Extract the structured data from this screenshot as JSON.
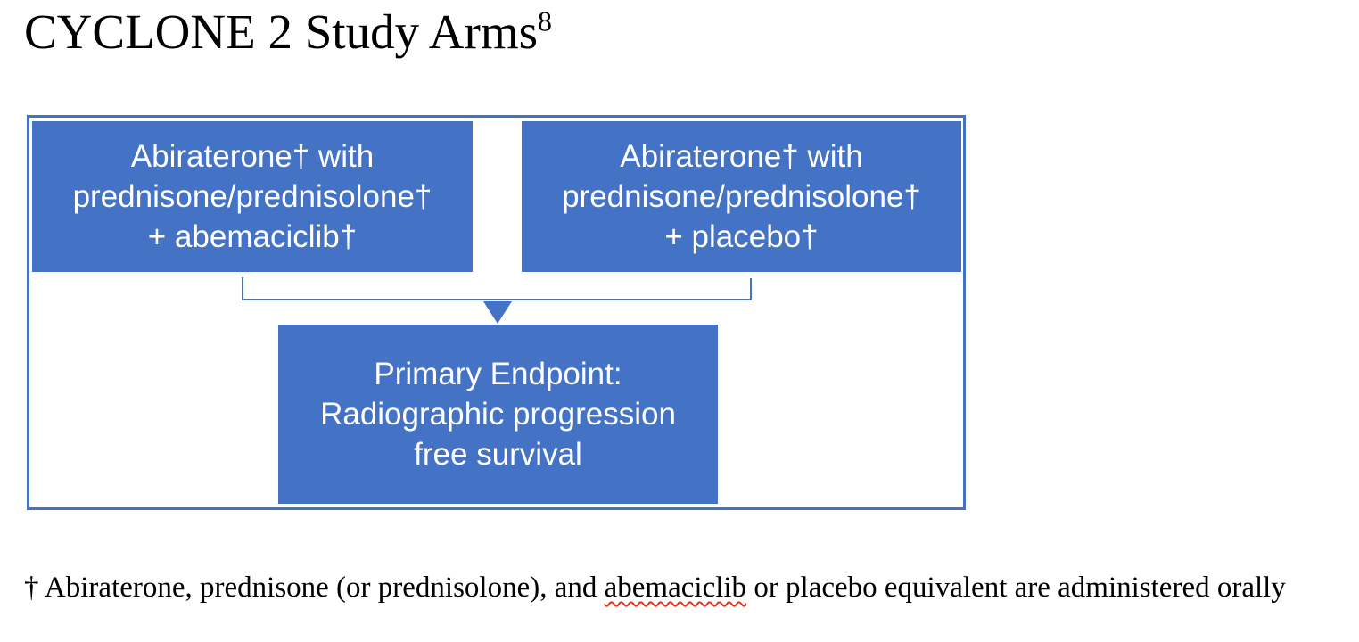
{
  "page": {
    "title": "CYCLONE 2 Study Arms",
    "title_superscript": "8"
  },
  "diagram": {
    "arm_left": {
      "lines": [
        "Abiraterone† with",
        "prednisone/prednisolone†",
        "+ abemaciclib†"
      ]
    },
    "arm_right": {
      "lines": [
        "Abiraterone† with",
        "prednisone/prednisolone†",
        "+ placebo†"
      ]
    },
    "endpoint": {
      "lines": [
        "Primary Endpoint:",
        "Radiographic progression",
        "free survival"
      ]
    },
    "colors": {
      "box_fill": "#4472C4",
      "box_text": "#FFFFFF",
      "frame_border": "#4472C4",
      "connector": "#4472C4"
    }
  },
  "footnote": {
    "prefix": "† Abiraterone, prednisone (or prednisolone), and ",
    "misspelled_word": "abemaciclib",
    "suffix": " or placebo equivalent are administered orally",
    "squiggle_color": "#E3331D"
  }
}
